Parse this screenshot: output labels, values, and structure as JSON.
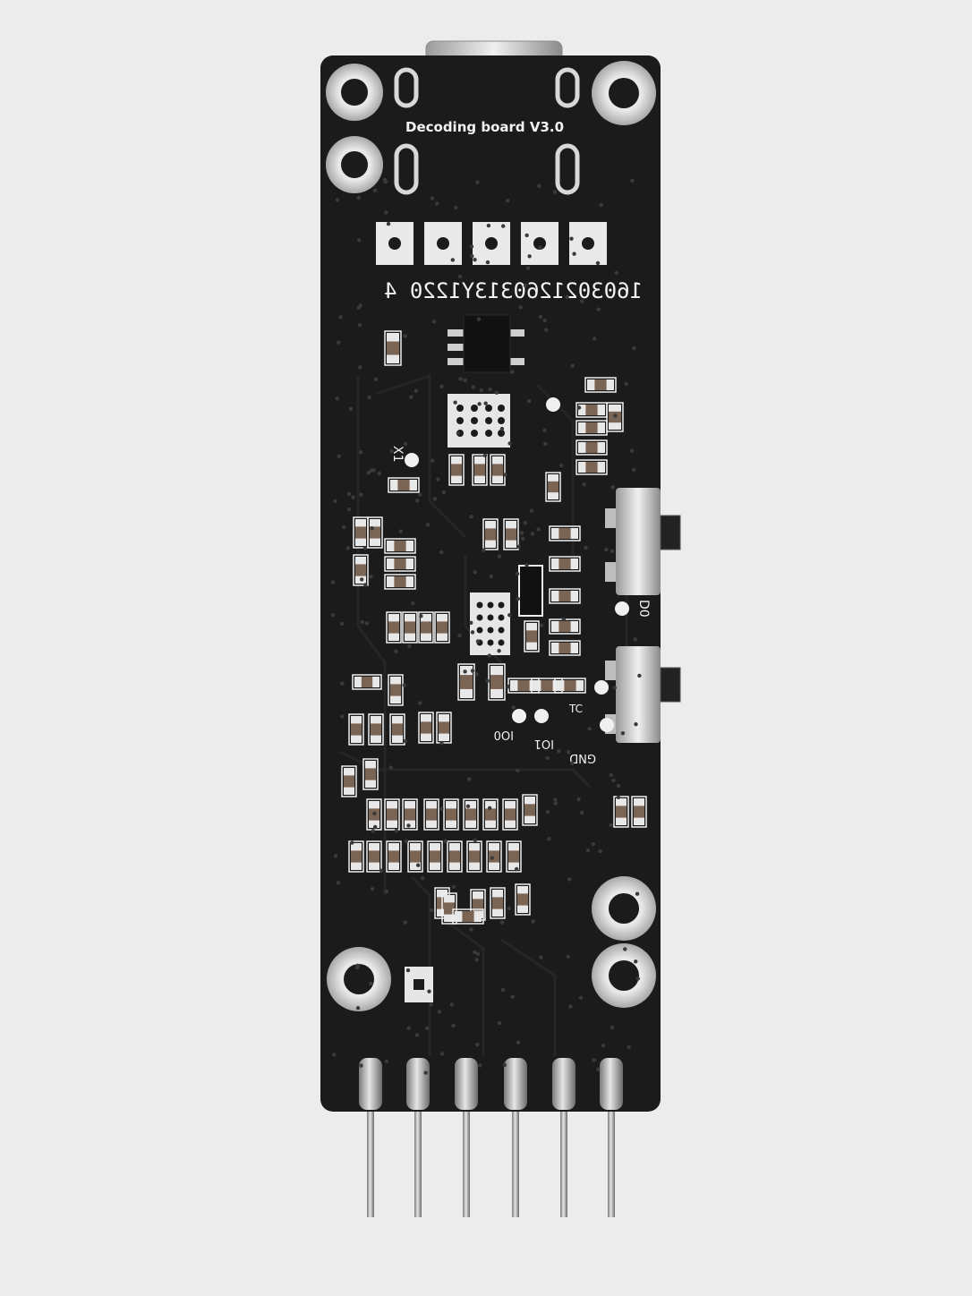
{
  "board": {
    "title": "Decoding board V3.0",
    "serial": "1603021260313Y1220 4",
    "labels": {
      "x1": "X1",
      "d0_side": "D0",
      "tc": "TC",
      "io0": "IO0",
      "io1": "IO1",
      "gnd": "GND"
    }
  },
  "colors": {
    "background": "#ececec",
    "pcb": "#1b1b1b",
    "silkscreen": "#f2f2f2",
    "metal": "#c9c9c9"
  }
}
